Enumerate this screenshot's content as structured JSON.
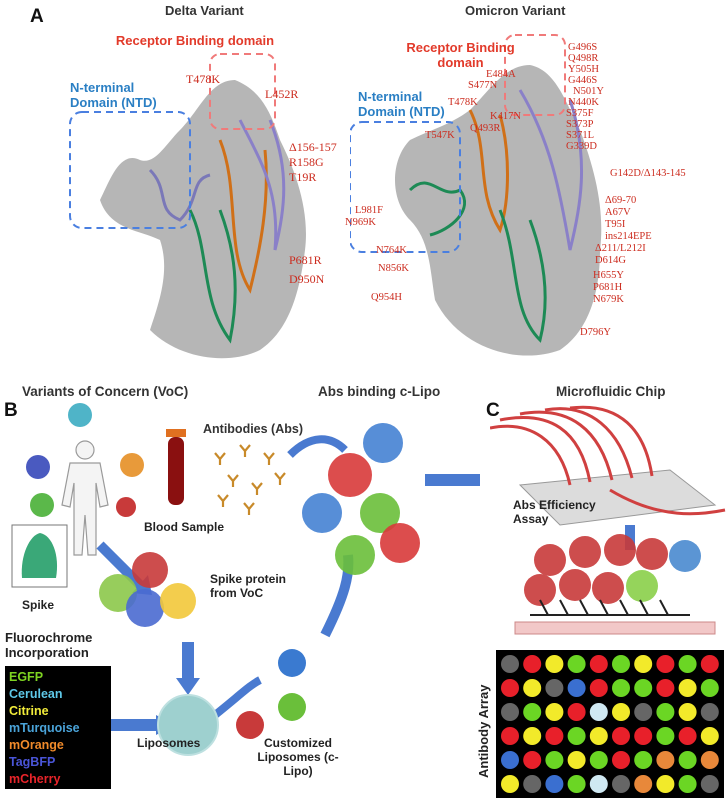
{
  "panelA": {
    "letter": "A",
    "delta": {
      "title": "Delta Variant",
      "rbd_label": "Receptor Binding domain",
      "ntd_label": "N-terminal Domain (NTD)",
      "mutations": [
        "T478K",
        "L452R",
        "Δ156-157",
        "R158G",
        "T19R",
        "P681R",
        "D950N"
      ]
    },
    "omicron": {
      "title": "Omicron Variant",
      "rbd_label": "Receptor Binding domain",
      "ntd_label": "N-terminal Domain (NTD)",
      "mutations_top_left": [
        "E484A",
        "S477N",
        "T478K",
        "K417N",
        "Q493R",
        "T547K"
      ],
      "mutations_right": [
        "G496S",
        "Q498R",
        "Y505H",
        "G446S",
        "N501Y",
        "N440K",
        "S375F",
        "S373P",
        "S371L",
        "G339D",
        "G142D/Δ143-145",
        "Δ69-70",
        "A67V",
        "T95I",
        "ins214EPE",
        "Δ211/L212I",
        "D614G",
        "H655Y",
        "P681H",
        "N679K",
        "D796Y"
      ],
      "mutations_left": [
        "L981F",
        "N969K",
        "N764K",
        "N856K",
        "Q954H"
      ]
    }
  },
  "panelB": {
    "letter": "B",
    "voc_title": "Variants of Concern (VoC)",
    "antibodies_label": "Antibodies (Abs)",
    "blood_label": "Blood Sample",
    "spike_label": "Spike",
    "spike_protein_label": "Spike protein from VoC",
    "abs_binding_title": "Abs binding c-Lipo",
    "fluoro_title": "Fluorochrome Incorporation",
    "fluorochromes": [
      {
        "name": "EGFP",
        "color": "#7ed321"
      },
      {
        "name": "Cerulean",
        "color": "#5ec8e8"
      },
      {
        "name": "Citrine",
        "color": "#f2ec3a"
      },
      {
        "name": "mTurquoise",
        "color": "#4aa3d8"
      },
      {
        "name": "mOrange",
        "color": "#f08a2a"
      },
      {
        "name": "TagBFP",
        "color": "#4a55d8"
      },
      {
        "name": "mCherry",
        "color": "#e8242a"
      }
    ],
    "liposomes_label": "Liposomes",
    "clipo_label": "Customized Liposomes (c-Lipo)"
  },
  "panelC": {
    "letter": "C",
    "chip_title": "Microfluidic Chip",
    "assay_label": "Abs Efficiency Assay",
    "array_label": "Antibody Array",
    "array_colors": {
      "g": "#6bd624",
      "r": "#e8202a",
      "y": "#f2ea2a",
      "b": "#3a6fd0",
      "d": "#666666",
      "o": "#e8883a",
      "l": "#cfe8f2"
    },
    "array_rows": [
      [
        "d",
        "r",
        "y",
        "g",
        "r",
        "g",
        "y",
        "r",
        "g",
        "r"
      ],
      [
        "r",
        "y",
        "d",
        "b",
        "r",
        "g",
        "g",
        "r",
        "y",
        "g"
      ],
      [
        "d",
        "g",
        "y",
        "r",
        "l",
        "y",
        "d",
        "g",
        "y",
        "d"
      ],
      [
        "r",
        "y",
        "r",
        "g",
        "y",
        "r",
        "r",
        "g",
        "r",
        "y"
      ],
      [
        "b",
        "r",
        "g",
        "y",
        "g",
        "r",
        "g",
        "o",
        "g",
        "o"
      ],
      [
        "y",
        "d",
        "b",
        "g",
        "l",
        "d",
        "o",
        "y",
        "g",
        "d"
      ]
    ]
  }
}
